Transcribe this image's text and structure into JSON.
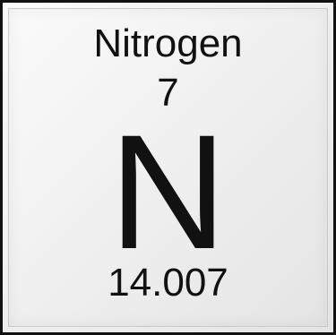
{
  "element_tile": {
    "name": "Nitrogen",
    "atomic_number": "7",
    "symbol": "N",
    "atomic_mass": "14.007"
  },
  "colors": {
    "text": "#111111",
    "border": "#111111",
    "background": "#eeeeee"
  }
}
